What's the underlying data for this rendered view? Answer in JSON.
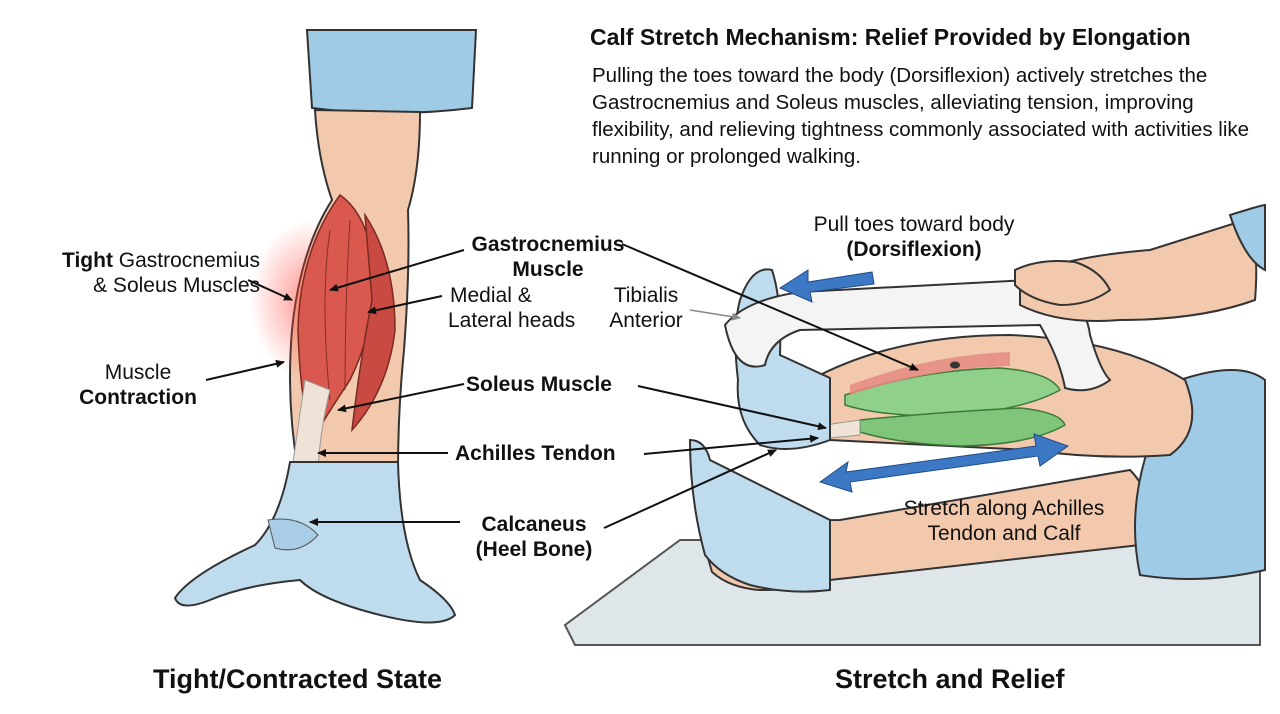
{
  "header": {
    "title": "Calf Stretch Mechanism: Relief Provided by Elongation",
    "description": "Pulling the toes toward the body (Dorsiflexion) actively stretches the Gastrocnemius and Soleus muscles, alleviating tension, improving flexibility, and relieving tightness commonly associated with activities like running or prolonged walking."
  },
  "left_panel": {
    "tight_bold": "Tight",
    "tight_rest": " Gastrocnemius",
    "tight_line2": "& Soleus Muscles",
    "contraction_line1": "Muscle",
    "contraction_line2": "Contraction",
    "caption": "Tight/Contracted State"
  },
  "center_labels": {
    "gastro_line1": "Gastrocnemius",
    "gastro_line2": "Muscle",
    "medial_line1": "Medial &",
    "medial_line2": "Lateral heads",
    "tibialis_line1": "Tibialis",
    "tibialis_line2": "Anterior",
    "soleus": "Soleus Muscle",
    "achilles": "Achilles Tendon",
    "calcaneus_line1": "Calcaneus",
    "calcaneus_line2": "(Heel Bone)"
  },
  "right_panel": {
    "pull_line1": "Pull toes toward body",
    "pull_line2": "(Dorsiflexion)",
    "stretch_line1": "Stretch along Achilles",
    "stretch_line2": "Tendon and Calf",
    "caption": "Stretch and Relief"
  },
  "colors": {
    "sock": "#bfdcef",
    "skin": "#f2c9ad",
    "tight_muscle": "#d9594f",
    "relaxed_muscle": "#8fd08a",
    "arrow_blue": "#3d78c4",
    "towel": "#f4f4f4"
  }
}
